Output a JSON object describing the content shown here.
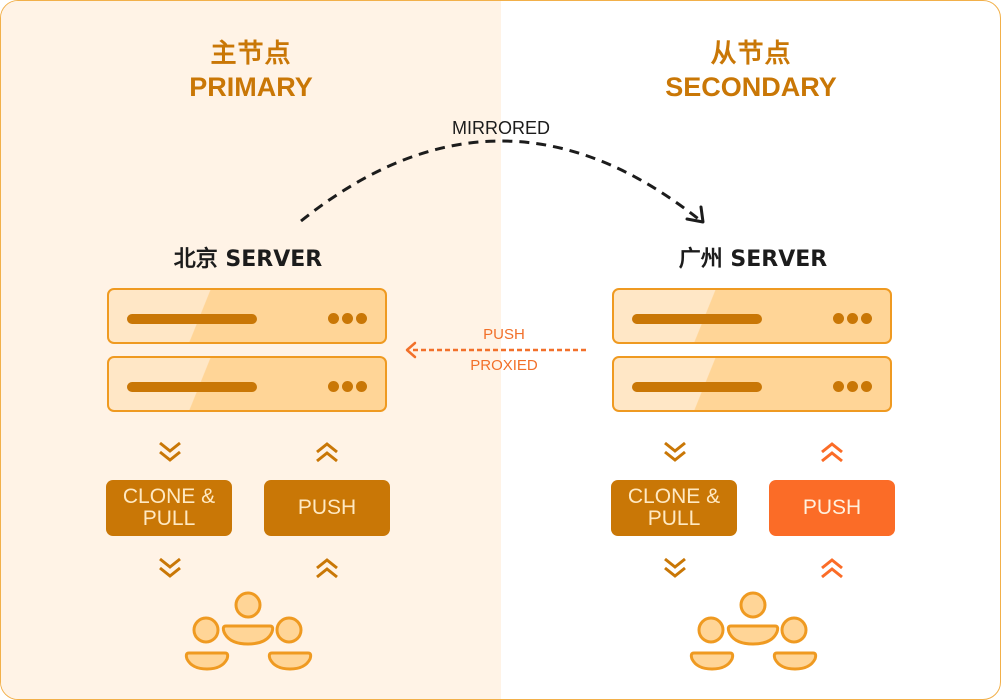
{
  "colors": {
    "primary_bg": "#fff3e6",
    "secondary_bg": "#ffffff",
    "accent_dark": "#c97706",
    "accent_orange": "#fb6c27",
    "server_border": "#ef9a21",
    "server_fill_light": "#ffe7c6",
    "server_fill": "#ffd597",
    "text_dark": "#1c1c1c"
  },
  "primary": {
    "title_zh": "主节点",
    "title_en": "PRIMARY",
    "server_label": "北京 SERVER",
    "server_units": 2,
    "buttons": {
      "clone_pull": "CLONE & PULL",
      "push": "PUSH"
    },
    "icons": [
      "chevron-double-down-icon",
      "chevron-double-up-icon",
      "users-group-icon"
    ]
  },
  "secondary": {
    "title_zh": "从节点",
    "title_en": "SECONDARY",
    "server_label": "广州 SERVER",
    "server_units": 2,
    "buttons": {
      "clone_pull": "CLONE & PULL",
      "push": "PUSH"
    },
    "icons": [
      "chevron-double-down-icon",
      "chevron-double-up-icon",
      "users-group-icon"
    ]
  },
  "connections": {
    "mirrored_label": "MIRRORED",
    "push_label": "PUSH",
    "proxied_label": "PROXIED"
  }
}
